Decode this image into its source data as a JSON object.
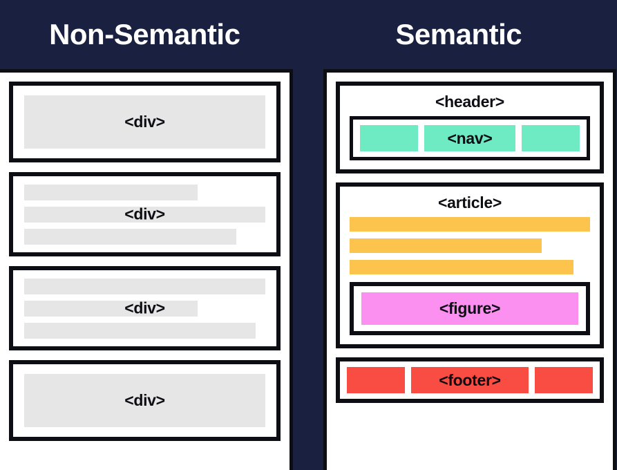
{
  "diagram": {
    "background_color": "#1a2040",
    "border_color": "#0d0d14",
    "placeholder_gray": "#e6e6e6"
  },
  "columns": {
    "left": {
      "title": "Non-Semantic",
      "blocks": [
        {
          "label": "<div>",
          "style": "tall"
        },
        {
          "label": "<div>",
          "style": "lines",
          "line_widths": [
            "72%",
            "100%",
            "88%"
          ]
        },
        {
          "label": "<div>",
          "style": "lines",
          "line_widths": [
            "100%",
            "72%",
            "96%"
          ]
        },
        {
          "label": "<div>",
          "style": "tall"
        }
      ]
    },
    "right": {
      "title": "Semantic",
      "header": {
        "label": "<header>",
        "nav": {
          "label": "<nav>",
          "color": "#6febc4",
          "chip_count": 3
        }
      },
      "article": {
        "label": "<article>",
        "bar_color": "#fcc34d",
        "bar_widths": [
          "100%",
          "80%",
          "93%"
        ],
        "figure": {
          "label": "<figure>",
          "color": "#fb90f0"
        }
      },
      "footer": {
        "label": "<footer>",
        "color": "#f94c43",
        "chip_count": 3
      }
    }
  }
}
